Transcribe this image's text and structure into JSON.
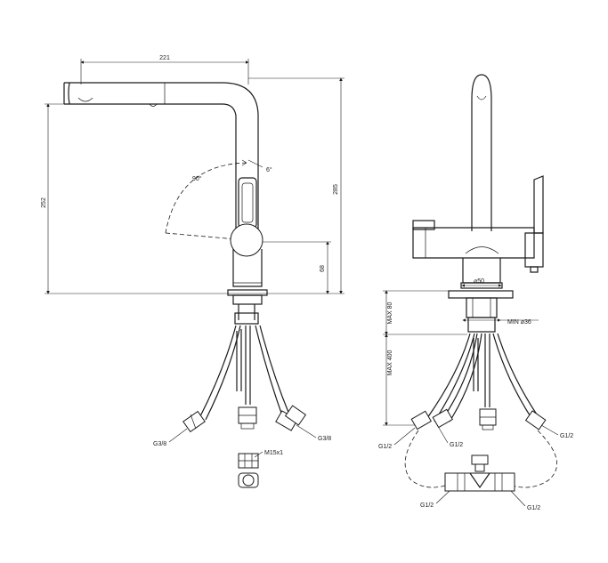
{
  "dimensions": {
    "reach": "221",
    "height_total": "285",
    "height_outlet": "252",
    "height_body": "68",
    "angle_rotation": "90°",
    "angle_tilt": "6°",
    "max_deck": "MAX 80",
    "max_hose": "MAX 400",
    "base_diameter": "⌀50",
    "hole_min": "MIN ⌀36"
  },
  "connections": {
    "left_g38": "G3/8",
    "right_g38": "G3/8",
    "m15": "M15x1",
    "g12_a": "G1/2",
    "g12_b": "G1/2",
    "g12_c": "G1/2",
    "g12_d": "G1/2",
    "g12_e": "G1/2"
  }
}
